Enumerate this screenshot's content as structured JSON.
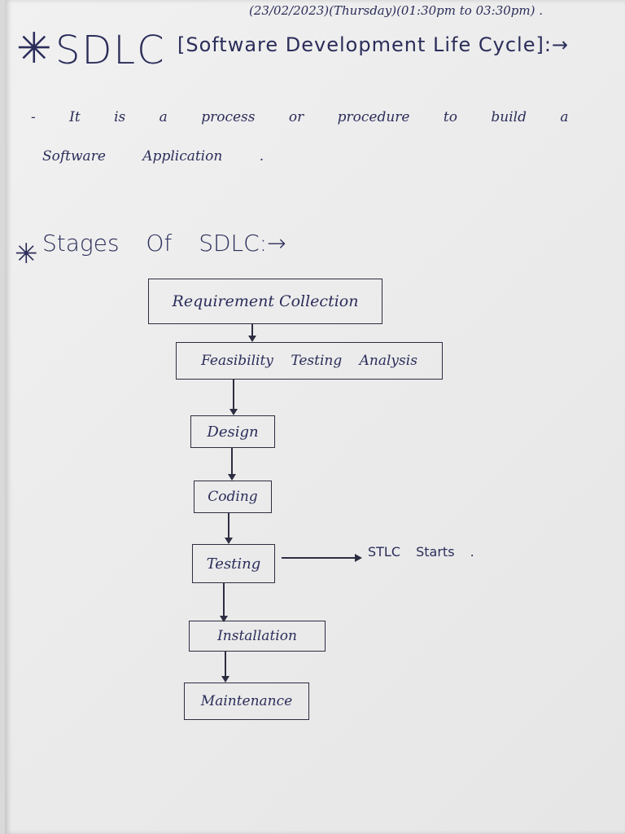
{
  "header": {
    "date_line": "(23/02/2023)(Thursday)(01:30pm to 03:30pm) ."
  },
  "title": {
    "star": "✳",
    "acronym": "SDLC",
    "expansion": "[Software Development Life Cycle]:→"
  },
  "definition": {
    "line1": "- It is a process or procedure to build a",
    "line2": "Software Application ."
  },
  "stages": {
    "star": "✳",
    "heading": "Stages Of SDLC:→",
    "flow": [
      "Requirement Collection",
      "Feasibility Testing Analysis",
      "Design",
      "Coding",
      "Testing",
      "Installation",
      "Maintenance"
    ],
    "side_note": "STLC Starts ."
  }
}
